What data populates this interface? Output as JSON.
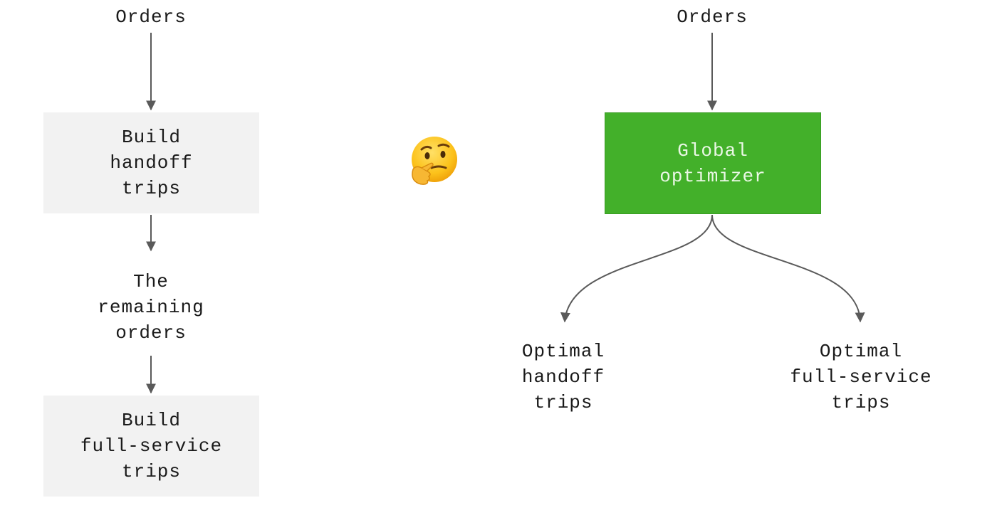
{
  "left_flow": {
    "top_label": "Orders",
    "box1": "Build\nhandoff\ntrips",
    "middle_label": "The\nremaining\norders",
    "box2": "Build\nfull-service\ntrips"
  },
  "emoji": {
    "icon": "thinking-face-icon"
  },
  "right_flow": {
    "top_label": "Orders",
    "box": "Global\noptimizer",
    "output_left": "Optimal\nhandoff\ntrips",
    "output_right": "Optimal\nfull-service\ntrips"
  },
  "colors": {
    "gray_box": "#f2f2f2",
    "green_box": "#43b02a",
    "arrow": "#5a5a5a"
  }
}
